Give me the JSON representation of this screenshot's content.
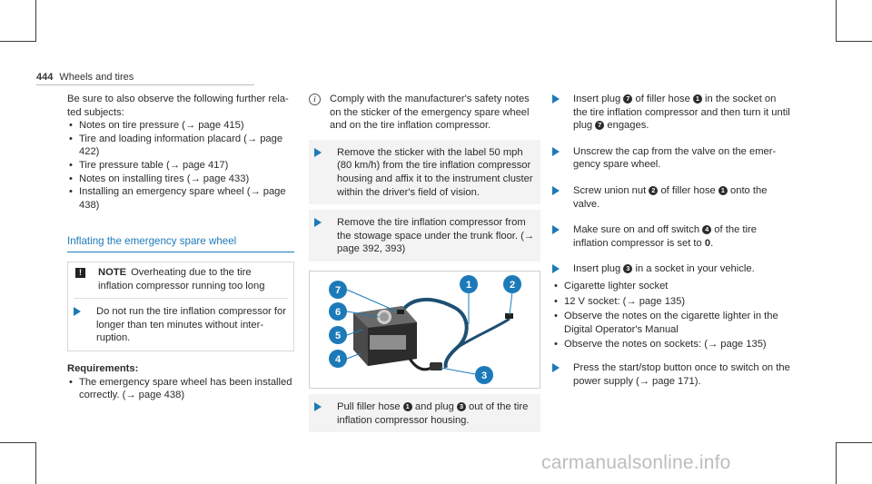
{
  "header": {
    "page_number": "444",
    "section": "Wheels and tires"
  },
  "col1": {
    "intro": "Be sure to also observe the following further rela­ted subjects:",
    "bullets": [
      {
        "text": "Notes on tire pressure (",
        "ref": "→",
        "ref_text": " page 415)"
      },
      {
        "text": "Tire and loading information placard (",
        "ref": "→",
        "ref_text": " page 422)"
      },
      {
        "text": "Tire pressure table (",
        "ref": "→",
        "ref_text": " page 417)"
      },
      {
        "text": "Notes on installing tires (",
        "ref": "→",
        "ref_text": " page 433)"
      },
      {
        "text": "Installing an emergency spare wheel (",
        "ref": "→",
        "ref_text": " page 438)"
      }
    ],
    "section_title": "Inflating the emergency spare wheel",
    "note": {
      "icon": "!",
      "label": "NOTE",
      "text": "Overheating due to the tire inflation compressor running too long",
      "step": "Do not run the tire inflation compressor for longer than ten minutes without inter­ruption."
    },
    "requirements_title": "Requirements:",
    "requirements": [
      {
        "text": "The emergency spare wheel has been installed correctly. (",
        "ref": "→",
        "ref_text": " page 438)"
      }
    ]
  },
  "col2": {
    "info_icon": "i",
    "info": "Comply with the manufacturer's safety notes on the sticker of the emergency spare wheel and on the tire inflation compressor.",
    "step1": {
      "a": "Remove the sticker with the label 50 mph (80 km/h) from the tire inflation compressor housing and affix it to the instrument cluster within the driver's field of vision."
    },
    "step2": {
      "a": "Remove the tire inflation compressor from the stowage space under the trunk floor. (",
      "ref": "→",
      "b": " page 392, 393)"
    },
    "figure": {
      "labels": [
        "7",
        "6",
        "5",
        "4",
        "1",
        "2",
        "3"
      ]
    },
    "step3": {
      "a": "Pull filler hose ",
      "n1": "1",
      "b": " and plug ",
      "n2": "3",
      "c": " out of the tire inflation compressor housing."
    }
  },
  "col3": {
    "s1": {
      "a": "Insert plug ",
      "n1": "7",
      "b": " of filler hose ",
      "n2": "1",
      "c": " in the socket on the tire inflation compressor and then turn it until plug ",
      "n3": "7",
      "d": " engages."
    },
    "s2": {
      "a": "Unscrew the cap from the valve on the emer­gency spare wheel."
    },
    "s3": {
      "a": "Screw union nut ",
      "n1": "2",
      "b": " of filler hose ",
      "n2": "1",
      "c": " onto the valve."
    },
    "s4": {
      "a": "Make sure on and off switch ",
      "n1": "4",
      "b": " of the tire inflation compressor is set to ",
      "bold": "0",
      "c": "."
    },
    "s5": {
      "a": "Insert plug ",
      "n1": "3",
      "b": " in a socket in your vehicle."
    },
    "bullets": [
      {
        "text": "Cigarette lighter socket"
      },
      {
        "text": "12 V socket: (",
        "ref": "→",
        "ref_text": " page 135)"
      },
      {
        "text": "Observe the notes on the cigarette lighter in the Digital Operator's Manual"
      },
      {
        "text": "Observe the notes on sockets: (",
        "ref": "→",
        "ref_text": " page 135)"
      }
    ],
    "s6": {
      "a": "Press the start/stop button once to switch on the power supply (",
      "ref": "→",
      "b": " page 171)."
    }
  },
  "watermark": "carmanualsonline.info",
  "colors": {
    "accent": "#1d7ab8",
    "text": "#2b2b2b"
  }
}
